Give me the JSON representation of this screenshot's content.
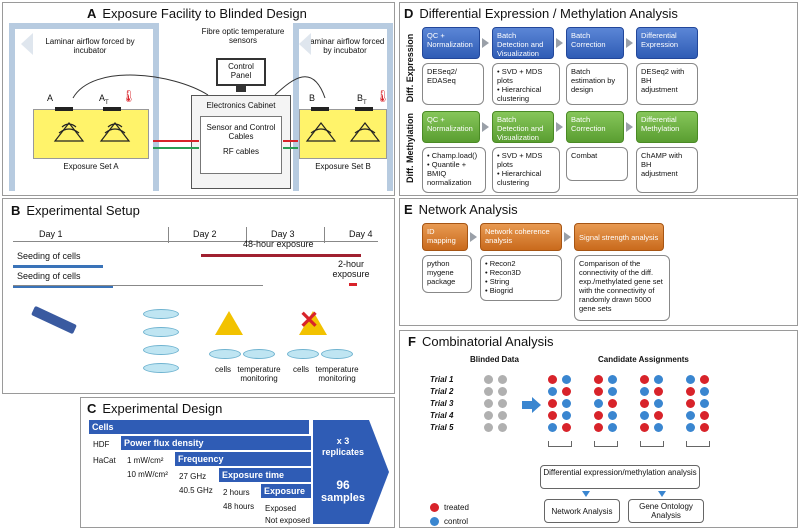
{
  "panelA": {
    "letter": "A",
    "title": "Exposure Facility to Blinded Design",
    "airflow_left": "Laminar airflow forced by incubator",
    "airflow_right": "Laminar airflow forced by incubator",
    "fibre": "Fibre optic temperature sensors",
    "control_panel": "Control Panel",
    "cabinet": "Electronics Cabinet",
    "sensor_cables": "Sensor and Control Cables",
    "rf_cables": "RF cables",
    "antenna_a": "A",
    "antenna_at": "A",
    "antenna_at_sub": "T",
    "antenna_b": "B",
    "antenna_bt": "B",
    "antenna_bt_sub": "T",
    "set_a": "Exposure Set A",
    "set_b": "Exposure Set B"
  },
  "panelB": {
    "letter": "B",
    "title": "Experimental Setup",
    "days": [
      "Day 1",
      "Day 2",
      "Day 3",
      "Day 4"
    ],
    "seeding1": "Seeding of cells",
    "exposure48": "48-hour exposure",
    "seeding2": "Seeding of cells",
    "exposure2": "2-hour exposure",
    "cells1": "cells",
    "temp1": "temperature monitoring",
    "cells2": "cells",
    "temp2": "temperature monitoring"
  },
  "panelC": {
    "letter": "C",
    "title": "Experimental Design",
    "cells": "Cells",
    "hdf": "HDF",
    "hacat": "HaCat",
    "power": "Power flux density",
    "p1": "1 mW/cm²",
    "p2": "10 mW/cm²",
    "frequency": "Frequency",
    "f1": "27 GHz",
    "f2": "40.5 GHz",
    "exposure_time": "Exposure time",
    "e1": "2 hours",
    "e2": "48 hours",
    "exposure": "Exposure",
    "x1": "Exposed",
    "x2": "Not exposed",
    "replicates": "x 3 replicates",
    "samples_n": "96",
    "samples": "samples"
  },
  "panelD": {
    "letter": "D",
    "title": "Differential Expression / Methylation Analysis",
    "row1_label": "Diff. Expression",
    "row2_label": "Diff. Methylation",
    "expr_steps": [
      "QC + Normalization",
      "Batch Detection and Visualization",
      "Batch Correction",
      "Differential Expression"
    ],
    "expr_details": [
      [
        "DESeq2/",
        "EDASeq"
      ],
      [
        "• SVD + MDS plots",
        "• Hierarchical clustering"
      ],
      [
        "Batch",
        "estimation by",
        "design"
      ],
      [
        "DESeq2 with",
        "BH",
        "adjustment"
      ]
    ],
    "meth_steps": [
      "QC + Normalization",
      "Batch Detection and Visualization",
      "Batch Correction",
      "Differential Methylation"
    ],
    "meth_details": [
      [
        "• Champ.load()",
        "• Quantile +",
        "BMIQ",
        "normalization"
      ],
      [
        "• SVD + MDS plots",
        "• Hierarchical clustering"
      ],
      [
        "Combat"
      ],
      [
        "ChAMP with",
        "BH",
        "adjustment"
      ]
    ]
  },
  "panelE": {
    "letter": "E",
    "title": "Network Analysis",
    "steps": [
      "ID mapping",
      "Network coherence analysis",
      "Signal strength analysis"
    ],
    "d1": [
      "python",
      "mygene",
      "package"
    ],
    "d2": [
      "• Recon2",
      "• Recon3D",
      "• String",
      "• Biogrid"
    ],
    "d3": "Comparison of the connectivity of the diff. exp./methylated gene set with the connectivity of randomly drawn 5000 gene sets"
  },
  "panelF": {
    "letter": "F",
    "title": "Combinatorial Analysis",
    "blinded": "Blinded Data",
    "candidates": "Candidate Assignments",
    "trials": [
      "Trial 1",
      "Trial 2",
      "Trial 3",
      "Trial 4",
      "Trial 5"
    ],
    "diff_box": "Differential expression/methylation analysis",
    "network_box": "Network Analysis",
    "go_box": "Gene Ontology Analysis",
    "treated": "treated",
    "control": "control",
    "colors": {
      "treated": "#d8232a",
      "control": "#3a86d0",
      "blinded": "#b0b0b0"
    },
    "assignments": [
      [
        [
          "r",
          "b"
        ],
        [
          "b",
          "r"
        ],
        [
          "r",
          "b"
        ],
        [
          "r",
          "b"
        ],
        [
          "b",
          "r"
        ]
      ],
      [
        [
          "r",
          "b"
        ],
        [
          "r",
          "b"
        ],
        [
          "b",
          "r"
        ],
        [
          "r",
          "b"
        ],
        [
          "r",
          "b"
        ]
      ],
      [
        [
          "r",
          "b"
        ],
        [
          "b",
          "r"
        ],
        [
          "r",
          "b"
        ],
        [
          "b",
          "r"
        ],
        [
          "r",
          "b"
        ]
      ],
      [
        [
          "b",
          "r"
        ],
        [
          "r",
          "b"
        ],
        [
          "r",
          "b"
        ],
        [
          "b",
          "r"
        ],
        [
          "b",
          "r"
        ]
      ]
    ]
  }
}
